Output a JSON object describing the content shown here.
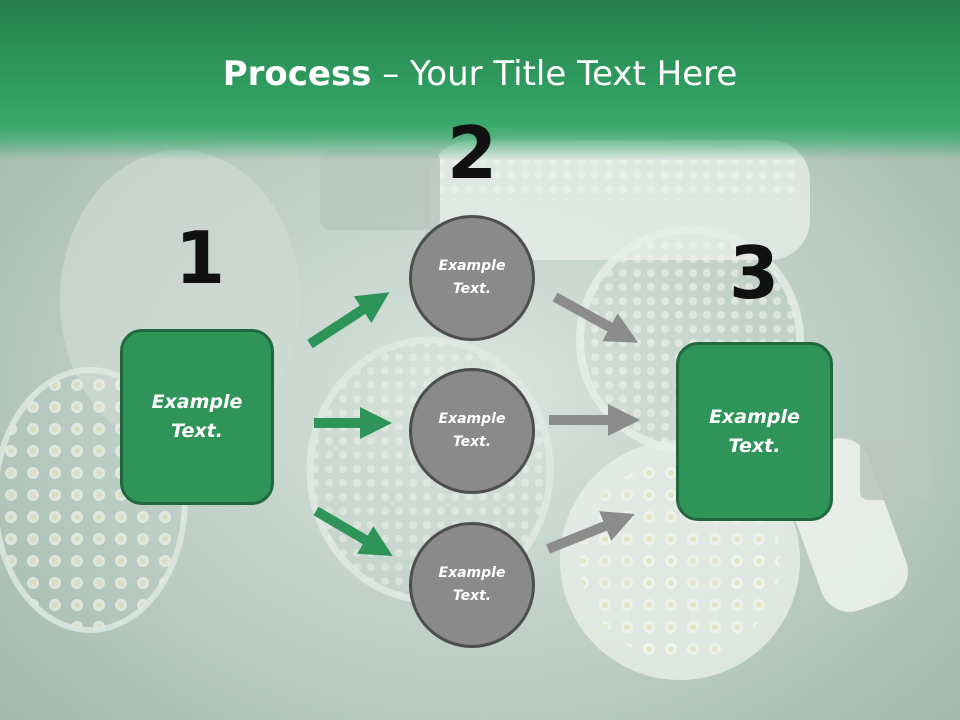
{
  "title": {
    "bold": "Process",
    "rest": " – Your Title Text Here"
  },
  "steps": {
    "one": {
      "number": "1"
    },
    "two": {
      "number": "2"
    },
    "three": {
      "number": "3"
    }
  },
  "boxes": {
    "left": {
      "line1": "Example",
      "line2": "Text."
    },
    "right": {
      "line1": "Example",
      "line2": "Text."
    }
  },
  "circles": [
    {
      "line1": "Example",
      "line2": "Text."
    },
    {
      "line1": "Example",
      "line2": "Text."
    },
    {
      "line1": "Example",
      "line2": "Text."
    }
  ],
  "colors": {
    "title_bar": "#2f9a5d",
    "box_fill": "#2e9457",
    "box_border": "#22683e",
    "circle_fill": "#8a8a8a",
    "circle_border": "#4e4e4e",
    "green_arrow": "#2e9457",
    "gray_arrow": "#8c8c8c"
  }
}
